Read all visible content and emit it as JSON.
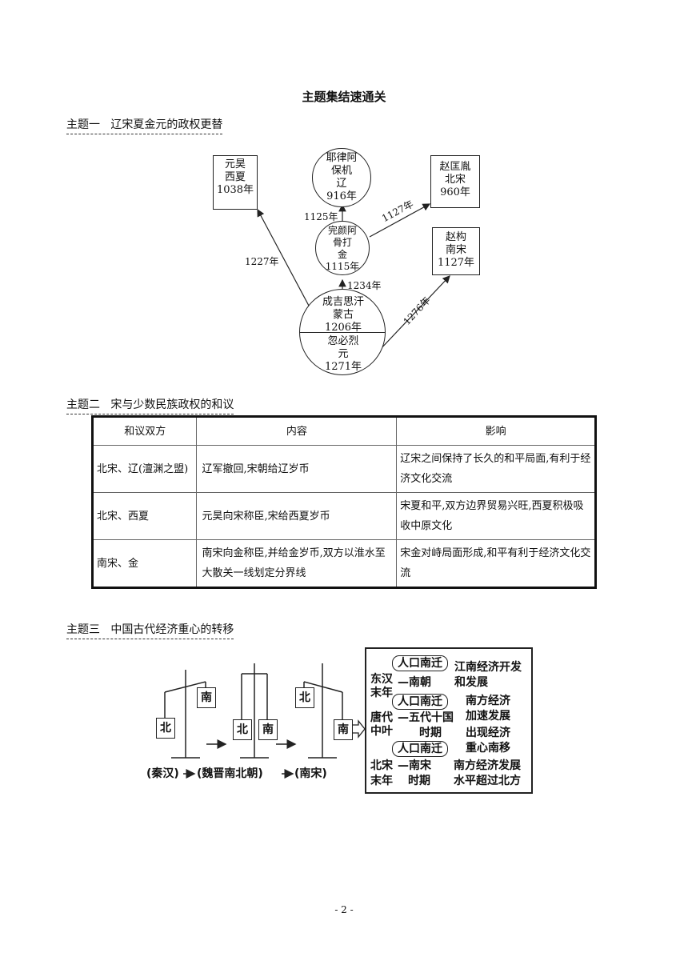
{
  "page_title": "主题集结速通关",
  "sections": {
    "s1": "主题一   辽宋夏金元的政权更替",
    "s2": "主题二   宋与少数民族政权的和议",
    "s3": "主题三   中国古代经济重心的转移"
  },
  "diagram1": {
    "yuanhao": [
      "元昊",
      "西夏",
      "1038年"
    ],
    "yelv": [
      "耶律阿",
      "保机",
      "辽",
      "916年"
    ],
    "zhao_kuangyin": [
      "赵匡胤",
      "北宋",
      "960年"
    ],
    "wanyan": [
      "完颜阿",
      "骨打",
      "金",
      "1115年"
    ],
    "zhao_gou": [
      "赵构",
      "南宋",
      "1127年"
    ],
    "genghis": [
      "成吉思汗",
      "蒙古",
      "1206年"
    ],
    "kublai": [
      "忽必烈",
      "元",
      "1271年"
    ],
    "arrow_labels": {
      "a1125": "1125年",
      "a1127": "1127年",
      "a1227": "1227年",
      "a1234": "1234年",
      "a1276": "1276年"
    }
  },
  "table": {
    "headers": [
      "和议双方",
      "内容",
      "影响"
    ],
    "rows": [
      [
        "北宋、辽(澶渊之盟)",
        "辽军撤回,宋朝给辽岁币",
        "辽宋之间保持了长久的和平局面,有利于经济文化交流"
      ],
      [
        "北宋、西夏",
        "元昊向宋称臣,宋给西夏岁币",
        "宋夏和平,双方边界贸易兴旺,西夏积极吸收中原文化"
      ],
      [
        "南宋、金",
        "南宋向金称臣,并给金岁币,双方以淮水至大散关一线划定分界线",
        "宋金对峙局面形成,和平有利于经济文化交流"
      ]
    ]
  },
  "diagram3": {
    "north": "北",
    "south": "南",
    "captions": [
      "(秦汉)",
      "(魏晋南北朝)",
      "(南宋)"
    ],
    "migration": "人口南迁",
    "rows": [
      {
        "period_a": "东汉",
        "period_b": "末年",
        "dash": "—南朝",
        "result": [
          "江南经济开发",
          "和发展"
        ]
      },
      {
        "period_a": "唐代",
        "period_b": "中叶",
        "dash": "—五代十国",
        "dash2": "时期",
        "result": [
          "南方经济",
          "加速发展",
          "出现经济",
          "重心南移"
        ]
      },
      {
        "period_a": "北宋",
        "period_b": "末年",
        "dash": "—南宋",
        "dash2": "时期",
        "result": [
          "南方经济发展",
          "水平超过北方"
        ]
      }
    ]
  },
  "footer": "- 2 -"
}
